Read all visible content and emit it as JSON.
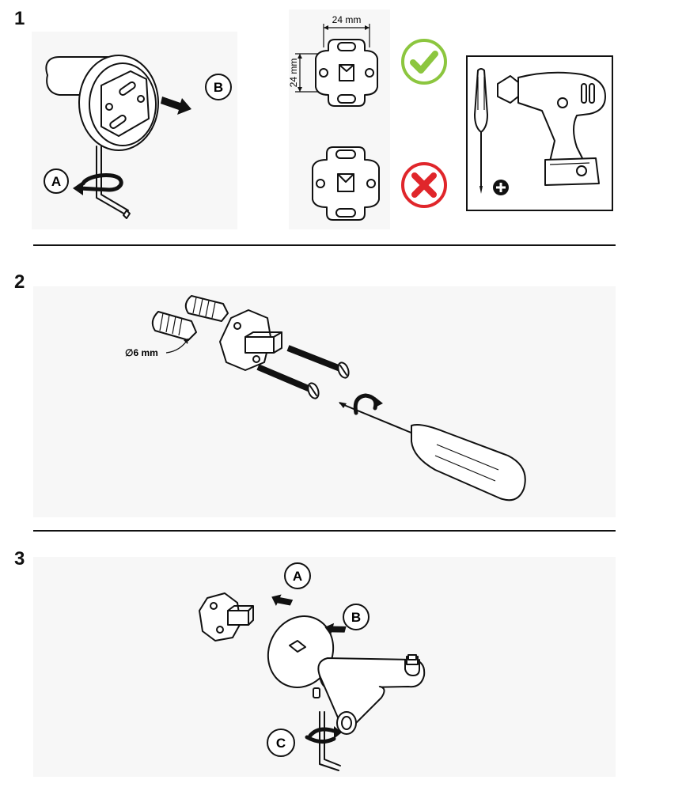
{
  "steps": [
    {
      "number": "1"
    },
    {
      "number": "2"
    },
    {
      "number": "3"
    }
  ],
  "step1": {
    "label_a": "A",
    "label_b": "B",
    "dim_width": "24 mm",
    "dim_height": "24 mm",
    "correct_icon": "check-icon",
    "wrong_icon": "cross-icon",
    "plus_icon": "plus-icon",
    "correct_color": "#8cc63f",
    "wrong_color": "#e0262b"
  },
  "step2": {
    "drill_label": "∅6 mm"
  },
  "step3": {
    "label_a": "A",
    "label_b": "B",
    "label_c": "C"
  }
}
